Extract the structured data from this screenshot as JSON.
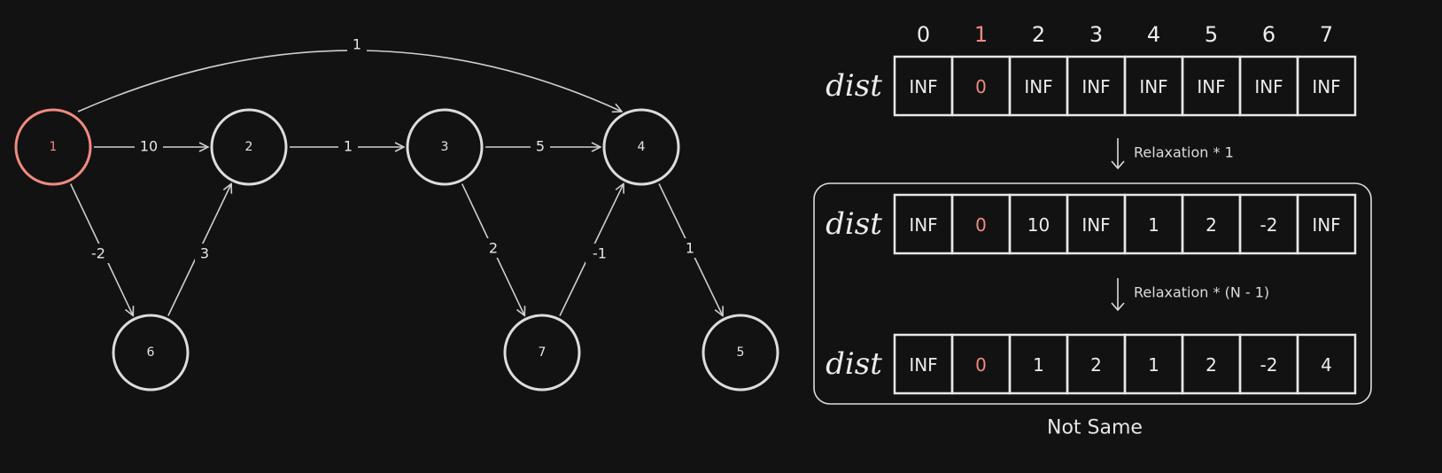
{
  "graph": {
    "source_node": "1",
    "nodes": [
      {
        "id": "1",
        "label": "1"
      },
      {
        "id": "2",
        "label": "2"
      },
      {
        "id": "3",
        "label": "3"
      },
      {
        "id": "4",
        "label": "4"
      },
      {
        "id": "5",
        "label": "5"
      },
      {
        "id": "6",
        "label": "6"
      },
      {
        "id": "7",
        "label": "7"
      }
    ],
    "edges": [
      {
        "from": "1",
        "to": "4",
        "weight": "1"
      },
      {
        "from": "1",
        "to": "2",
        "weight": "10"
      },
      {
        "from": "2",
        "to": "3",
        "weight": "1"
      },
      {
        "from": "3",
        "to": "4",
        "weight": "5"
      },
      {
        "from": "1",
        "to": "6",
        "weight": "-2"
      },
      {
        "from": "6",
        "to": "2",
        "weight": "3"
      },
      {
        "from": "3",
        "to": "7",
        "weight": "2"
      },
      {
        "from": "7",
        "to": "4",
        "weight": "-1"
      },
      {
        "from": "4",
        "to": "5",
        "weight": "1"
      }
    ]
  },
  "arrays": {
    "indices": [
      "0",
      "1",
      "2",
      "3",
      "4",
      "5",
      "6",
      "7"
    ],
    "highlight_index": 1,
    "label": "dist",
    "rows": [
      {
        "name": "initial",
        "values": [
          "INF",
          "0",
          "INF",
          "INF",
          "INF",
          "INF",
          "INF",
          "INF"
        ]
      },
      {
        "name": "after-one-relaxation",
        "values": [
          "INF",
          "0",
          "10",
          "INF",
          "1",
          "2",
          "-2",
          "INF"
        ]
      },
      {
        "name": "after-n-minus-1-relaxations",
        "values": [
          "INF",
          "0",
          "1",
          "2",
          "1",
          "2",
          "-2",
          "4"
        ]
      }
    ],
    "steps": [
      "Relaxation * 1",
      "Relaxation * (N - 1)"
    ],
    "note": "Not Same"
  },
  "colors": {
    "background": "#121212",
    "stroke": "#dcdcdc",
    "highlight": "#f08a80"
  }
}
